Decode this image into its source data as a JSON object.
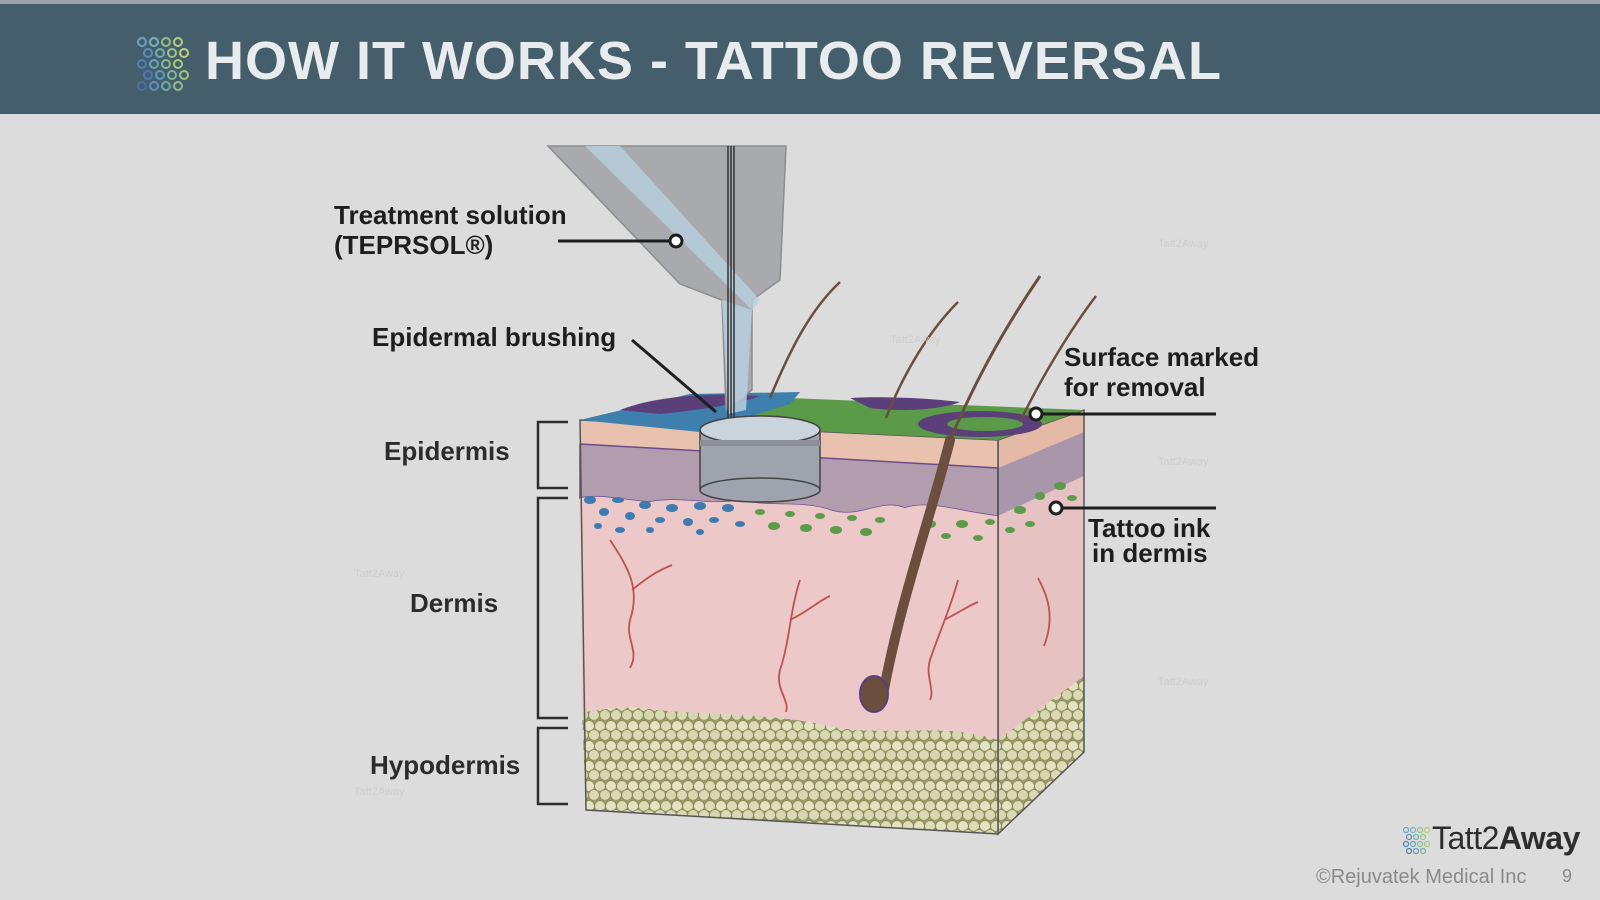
{
  "slide": {
    "title": "HOW IT WORKS - TATTOO REVERSAL",
    "page_number": "9",
    "copyright": "©Rejuvatek Medical Inc"
  },
  "brand": {
    "name_light": "Tatt2",
    "name_bold": "Away"
  },
  "callouts": {
    "treatment_line1": "Treatment solution",
    "treatment_line2": "(TEPRSOL®)",
    "brushing": "Epidermal brushing",
    "surface_line1": "Surface marked",
    "surface_line2": "for removal",
    "ink_line1": "Tattoo ink",
    "ink_line2": "in dermis"
  },
  "layers": {
    "epidermis": "Epidermis",
    "dermis": "Dermis",
    "hypodermis": "Hypodermis"
  },
  "watermark_text": "Tatt2Away",
  "colors": {
    "header_bg": "#455e6b",
    "background": "#dcdcdc",
    "tattoo_blue": "#3d7fb0",
    "tattoo_green": "#5a9a48",
    "tattoo_purple": "#5b3f7a",
    "skin_top": "#e6c1ad",
    "epidermis": "#b6a0b0",
    "dermis": "#ecc9c8",
    "fat": "#cfd0a8"
  }
}
